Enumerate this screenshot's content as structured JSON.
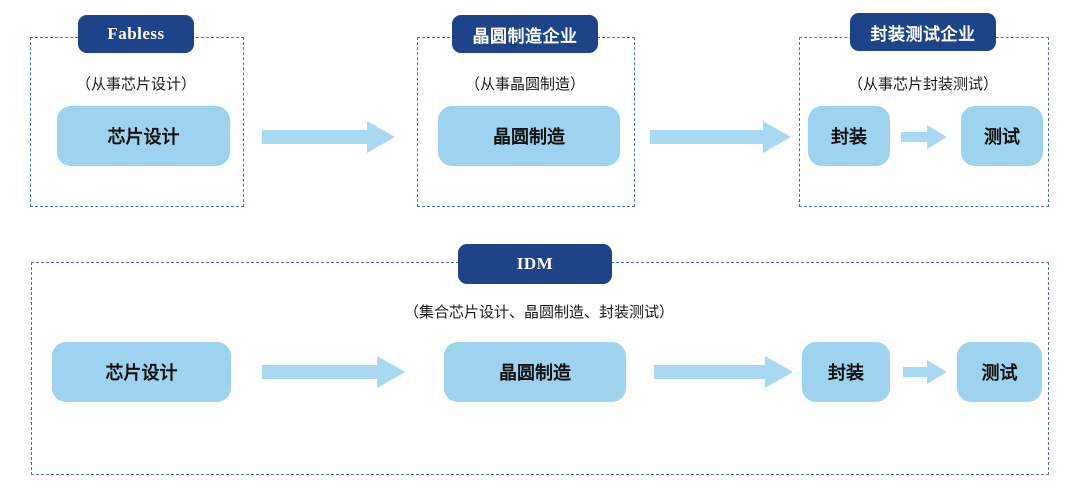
{
  "colors": {
    "header_bg": "#1d4489",
    "header_text": "#ffffff",
    "step_bg": "#9ed3ef",
    "arrow": "#a8d9f2",
    "dashed_border": "#4472c4",
    "text": "#1a1a1a",
    "background": "#ffffff"
  },
  "top_row": {
    "units": [
      {
        "header": "Fabless",
        "subtitle": "（从事芯片设计）",
        "steps": [
          "芯片设计"
        ]
      },
      {
        "header": "晶圆制造企业",
        "subtitle": "（从事晶圆制造）",
        "steps": [
          "晶圆制造"
        ]
      },
      {
        "header": "封装测试企业",
        "subtitle": "（从事芯片封装测试）",
        "steps": [
          "封装",
          "测试"
        ]
      }
    ]
  },
  "bottom_row": {
    "header": "IDM",
    "subtitle": "（集合芯片设计、晶圆制造、封装测试）",
    "steps": [
      "芯片设计",
      "晶圆制造",
      "封装",
      "测试"
    ]
  }
}
